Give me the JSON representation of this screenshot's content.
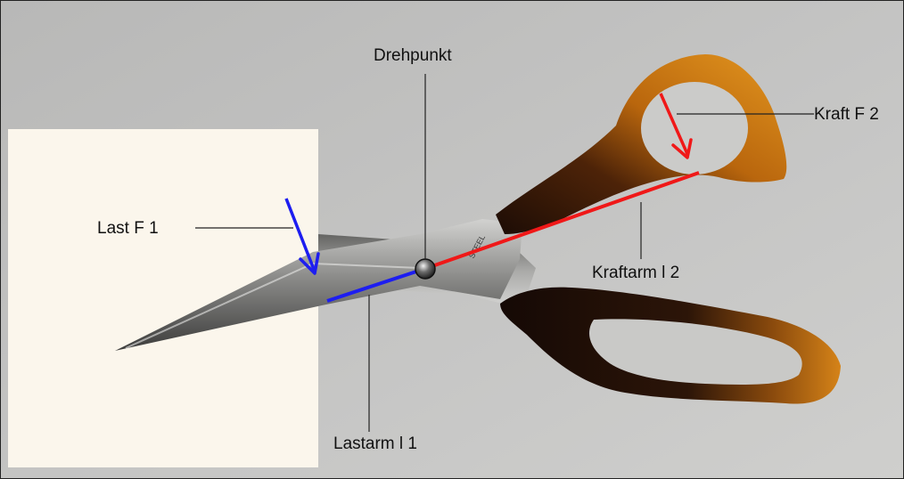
{
  "labels": {
    "pivot": "Drehpunkt",
    "force": "Kraft F 2",
    "load": "Last F 1",
    "force_arm": "Kraftarm l 2",
    "load_arm": "Lastarm l 1"
  },
  "colors": {
    "load_marker": "#1d1df0",
    "force_marker": "#f01818",
    "background": "#c4c4c3",
    "paper": "#fbf6ec",
    "handle_amber": "#d98818",
    "handle_dark": "#2a1308"
  },
  "icons": {
    "load_arrow": "arrow-down-right-icon",
    "force_arrow": "arrow-down-right-icon",
    "pivot": "rivet-icon"
  }
}
